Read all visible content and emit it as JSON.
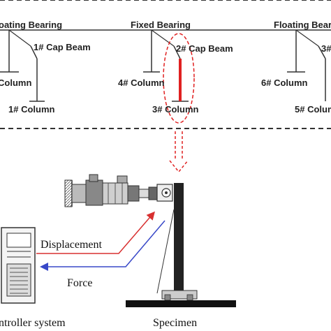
{
  "top_frame": {
    "bearings": {
      "left": "oating Bearing",
      "middle": "Fixed Bearing",
      "right": "Floating Bearing"
    },
    "cap_beams": {
      "beam1": "1# Cap Beam",
      "beam2": "2# Cap Beam",
      "beam3": "3#"
    },
    "columns": {
      "col2_partial": "Column",
      "col1": "1# Column",
      "col4": "4# Column",
      "col3": "3# Column",
      "col6": "6# Column",
      "col5": "5# Colum"
    }
  },
  "test_setup": {
    "arrows": {
      "displacement": "Displacement",
      "force": "Force"
    },
    "captions": {
      "controller": "ntroller system",
      "specimen": "Specimen"
    }
  },
  "colors": {
    "line": "#333333",
    "highlight": "#e02020",
    "displacement_arrow": "#d83030",
    "force_arrow": "#3848c8",
    "dashed_box": "#333333"
  }
}
